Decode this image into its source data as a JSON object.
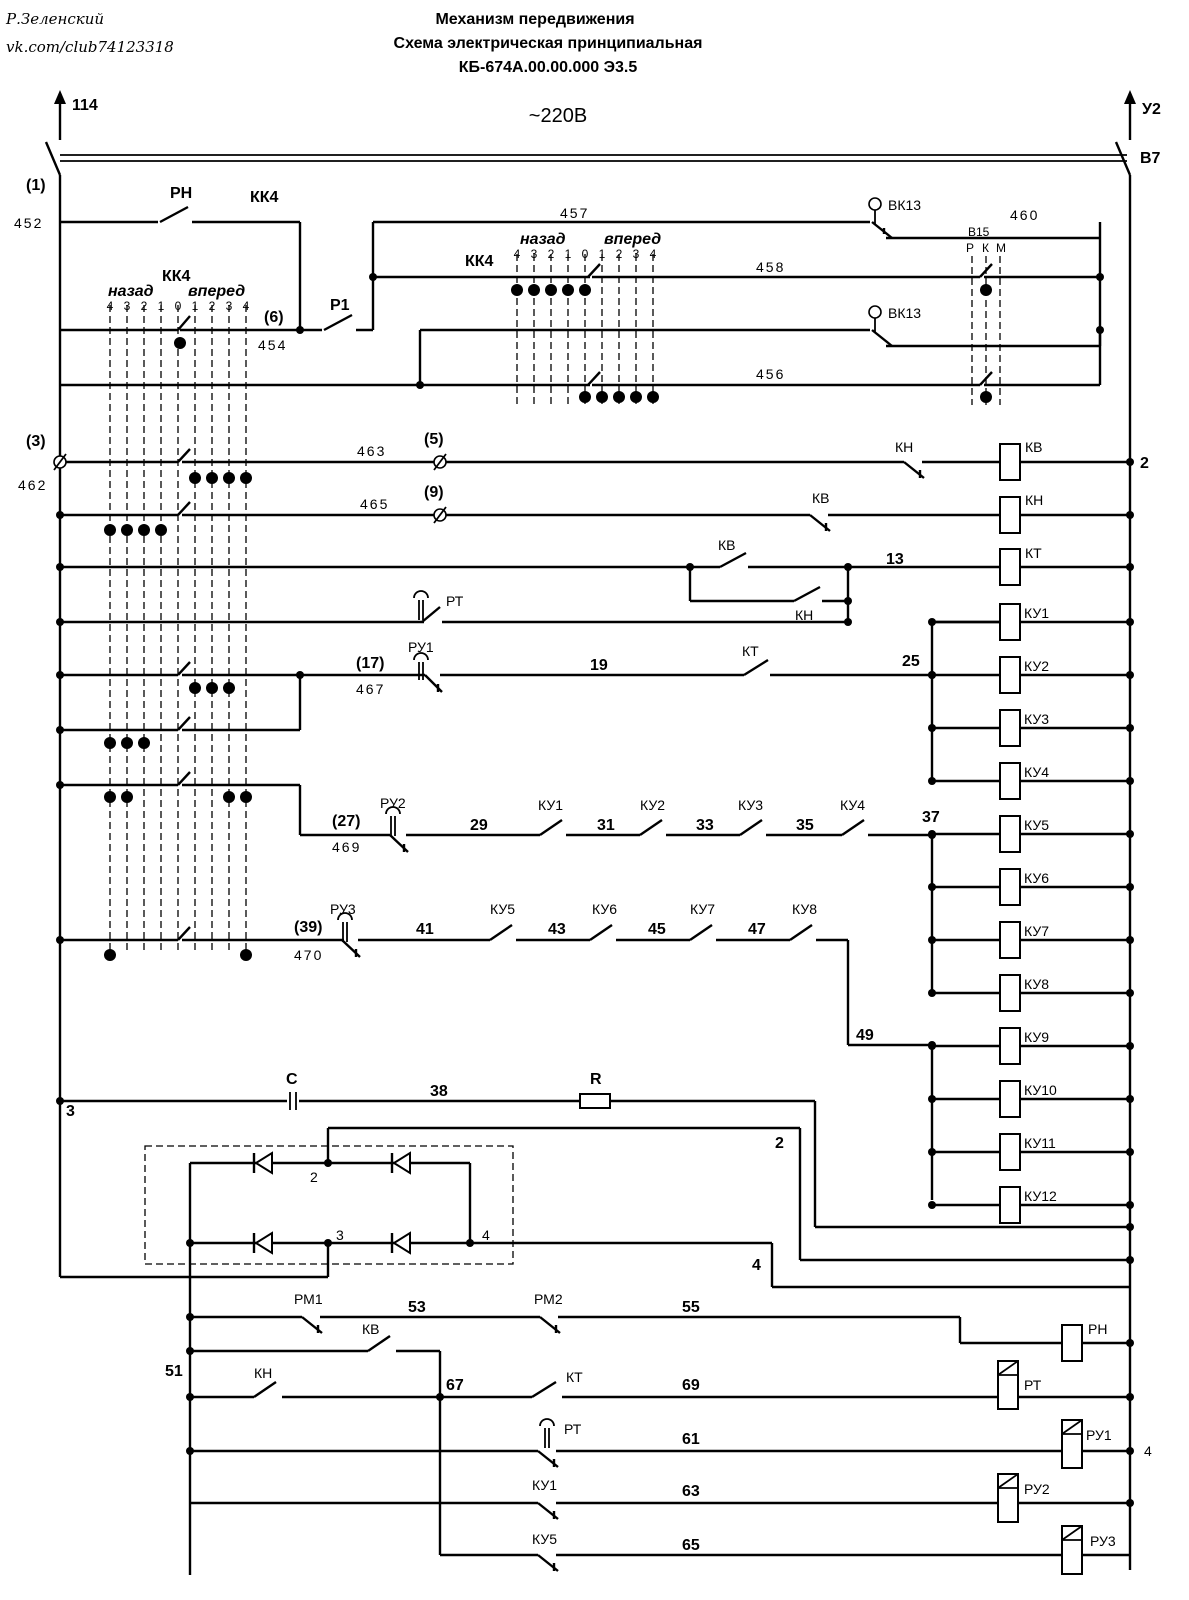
{
  "author": {
    "name": "Р.Зеленский",
    "link": "vk.com/club74123318"
  },
  "title": {
    "line1": "Механизм передвижения",
    "line2": "Схема электрическая принципиальная",
    "line3": "КБ-674А.00.00.000 Э3.5"
  },
  "supply": {
    "voltage": "~220В",
    "left_ref": "114",
    "right_ref": "У2",
    "breaker": "В7",
    "n1": "(1)",
    "n452": "452"
  },
  "controller": {
    "name": "КК4",
    "back": "назад",
    "forward": "вперед",
    "positions": [
      "4",
      "3",
      "2",
      "1",
      "0",
      "1",
      "2",
      "3",
      "4"
    ]
  },
  "top": {
    "rn": "РН",
    "kk4": "КК4",
    "n6": "(6)",
    "n454": "454",
    "p1": "Р1",
    "n457": "457",
    "n460": "460",
    "vk13a": "ВК13",
    "vk13b": "ВК13",
    "n458": "458",
    "n456": "456",
    "v15": "В15",
    "rkm": [
      "Р",
      "К",
      "М"
    ]
  },
  "rows": {
    "n3": "(3)",
    "n462": "462",
    "n463": "463",
    "n5": "(5)",
    "kn1": "КН",
    "kv_coil": "КВ",
    "n2": "2",
    "n465": "465",
    "n9": "(9)",
    "kv1": "КВ",
    "kn_coil": "КН",
    "kv2": "КВ",
    "kn2": "КН",
    "n13": "13",
    "kt_coil": "КТ",
    "rt": "РТ",
    "n17": "(17)",
    "ru1": "РУ1",
    "n467": "467",
    "n19": "19",
    "kt1": "КТ",
    "n25": "25",
    "n27": "(27)",
    "ru2": "РУ2",
    "n469": "469",
    "n29": "29",
    "ku1": "КУ1",
    "n31": "31",
    "ku2": "КУ2",
    "n33": "33",
    "ku3": "КУ3",
    "n35": "35",
    "ku4": "КУ4",
    "n37": "37",
    "n39": "(39)",
    "ru3": "РУ3",
    "n470": "470",
    "n41": "41",
    "ku5": "КУ5",
    "n43": "43",
    "ku6": "КУ6",
    "n45": "45",
    "ku7": "КУ7",
    "n47": "47",
    "ku8": "КУ8",
    "n49": "49",
    "c": "С",
    "n38": "38",
    "r": "R",
    "n3b": "3"
  },
  "coils": [
    "КУ1",
    "КУ2",
    "КУ3",
    "КУ4",
    "КУ5",
    "КУ6",
    "КУ7",
    "КУ8",
    "КУ9",
    "КУ10",
    "КУ11",
    "КУ12"
  ],
  "bridge": {
    "n2": "2",
    "n3": "3",
    "n4": "4",
    "right2": "2",
    "right4": "4"
  },
  "lower": {
    "rm1": "РМ1",
    "n53": "53",
    "rm2": "РМ2",
    "n55": "55",
    "rn_coil": "РН",
    "kv": "КВ",
    "n51": "51",
    "kn": "КН",
    "n67": "67",
    "kt": "КТ",
    "n69": "69",
    "rt_coil": "РТ",
    "rt": "РТ",
    "n61": "61",
    "ru1_coil": "РУ1",
    "n4": "4",
    "ku1": "КУ1",
    "n63": "63",
    "ru2_coil": "РУ2",
    "ku5": "КУ5",
    "n65": "65",
    "ru3_coil": "РУ3"
  }
}
